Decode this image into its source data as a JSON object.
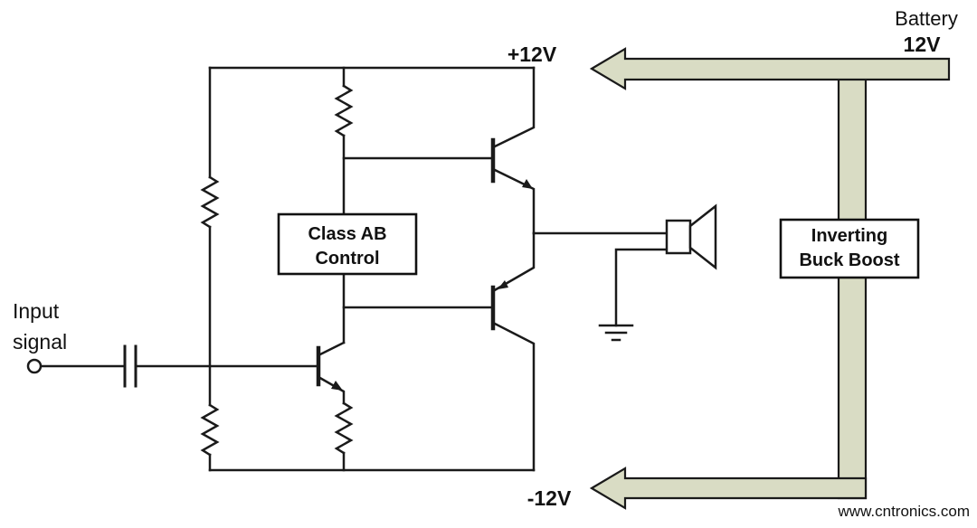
{
  "diagram": {
    "input": {
      "line1": "Input",
      "line2": "signal"
    },
    "rails": {
      "positive": "+12V",
      "negative": "-12V"
    },
    "battery": {
      "label": "Battery",
      "voltage": "12V"
    },
    "class_ab_box": {
      "line1": "Class AB",
      "line2": "Control"
    },
    "buck_boost_box": {
      "line1": "Inverting",
      "line2": "Buck Boost"
    },
    "watermark": "www.cntronics.com"
  },
  "colors": {
    "wire": "#1a1a1a",
    "accent_red": "#ed1c24",
    "power_arrow_fill": "#d9dcc4",
    "power_arrow_stroke": "#1a1a1a",
    "watermark_green": "#8dc63f"
  },
  "components": [
    "input-terminal",
    "coupling-capacitor",
    "bias-resistor-upper",
    "bias-resistor-lower",
    "collector-resistor",
    "emitter-resistor",
    "driver-npn-transistor",
    "output-npn-transistor",
    "output-pnp-transistor",
    "class-ab-control-block",
    "speaker",
    "ground",
    "inverting-buck-boost-block",
    "battery-power-bus"
  ]
}
